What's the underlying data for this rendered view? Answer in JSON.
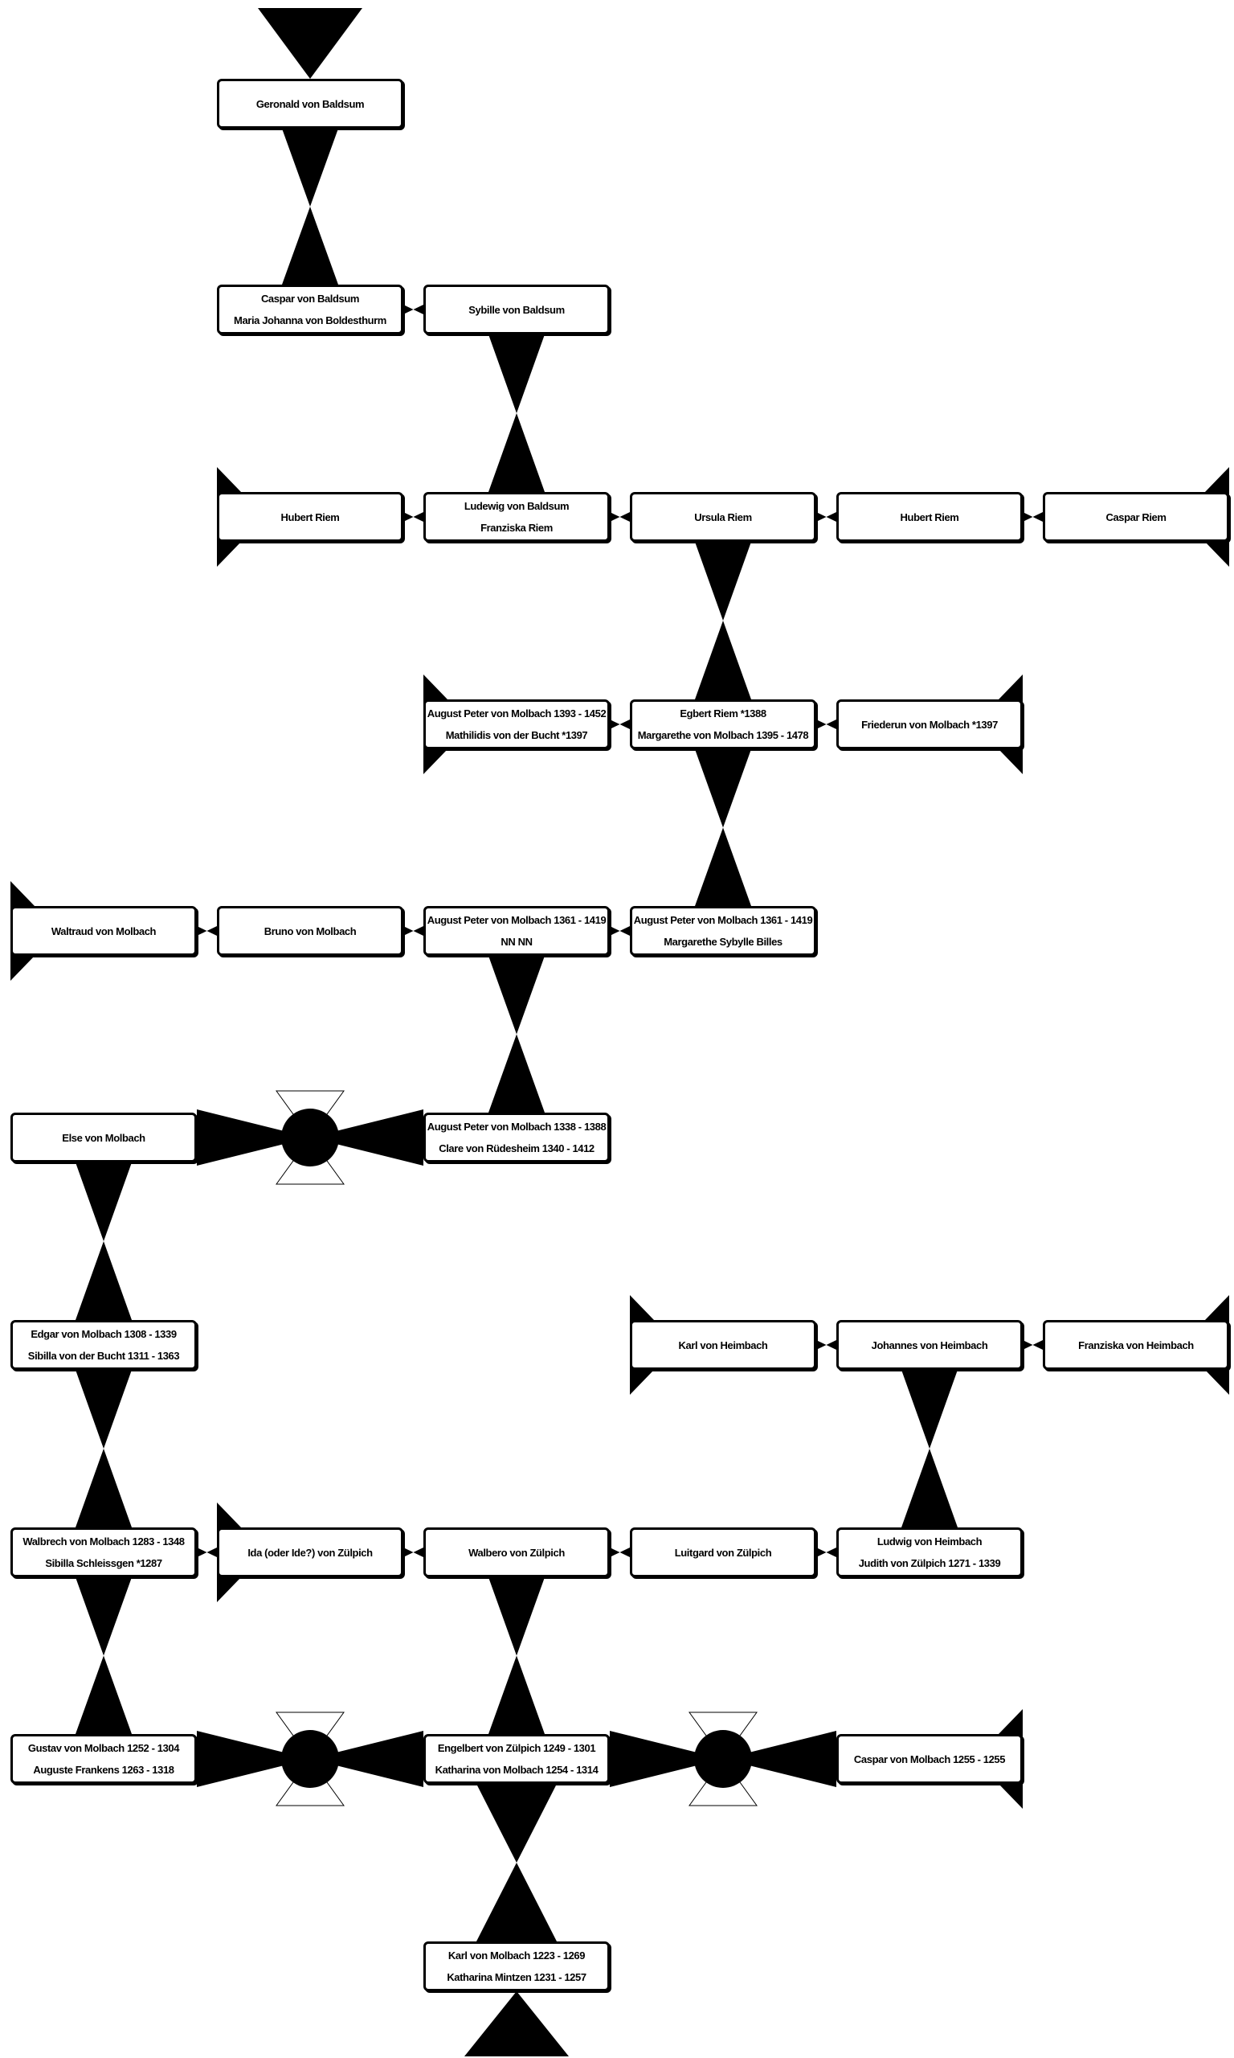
{
  "diagram": {
    "type": "family-tree",
    "people": [
      {
        "id": "p01",
        "lines": [
          "Geronald von Baldsum"
        ]
      },
      {
        "id": "p02",
        "lines": [
          "Caspar von Baldsum",
          "Maria Johanna von Boldesthurm"
        ]
      },
      {
        "id": "p03",
        "lines": [
          "Sybille von Baldsum"
        ]
      },
      {
        "id": "p04",
        "lines": [
          "Hubert Riem"
        ]
      },
      {
        "id": "p05",
        "lines": [
          "Ludewig von Baldsum",
          "Franziska Riem"
        ]
      },
      {
        "id": "p06",
        "lines": [
          "Ursula Riem"
        ]
      },
      {
        "id": "p07",
        "lines": [
          "Hubert Riem"
        ]
      },
      {
        "id": "p08",
        "lines": [
          "Caspar Riem"
        ]
      },
      {
        "id": "p09",
        "lines": [
          "August Peter von Molbach 1393 - 1452",
          "Mathilidis von der Bucht *1397"
        ]
      },
      {
        "id": "p10",
        "lines": [
          "Egbert Riem *1388",
          "Margarethe von Molbach 1395 - 1478"
        ]
      },
      {
        "id": "p11",
        "lines": [
          "Friederun von Molbach *1397"
        ]
      },
      {
        "id": "p12",
        "lines": [
          "Waltraud von Molbach"
        ]
      },
      {
        "id": "p13",
        "lines": [
          "Bruno von Molbach"
        ]
      },
      {
        "id": "p14",
        "lines": [
          "August Peter von Molbach 1361 - 1419",
          "NN NN"
        ]
      },
      {
        "id": "p15",
        "lines": [
          "August Peter von Molbach 1361 - 1419",
          "Margarethe Sybylle Billes"
        ]
      },
      {
        "id": "p16",
        "lines": [
          "Else von Molbach"
        ]
      },
      {
        "id": "p17",
        "lines": [
          "August Peter von Molbach 1338 - 1388",
          "Clare von Rüdesheim 1340 - 1412"
        ]
      },
      {
        "id": "p18",
        "lines": [
          "Karl von Heimbach"
        ]
      },
      {
        "id": "p19",
        "lines": [
          "Johannes von Heimbach"
        ]
      },
      {
        "id": "p20",
        "lines": [
          "Franziska von Heimbach"
        ]
      },
      {
        "id": "p21",
        "lines": [
          "Edgar von Molbach 1308 - 1339",
          "Sibilla von der Bucht 1311 - 1363"
        ]
      },
      {
        "id": "p22",
        "lines": [
          "Walbrech von Molbach 1283 - 1348",
          "Sibilla Schleissgen *1287"
        ]
      },
      {
        "id": "p23",
        "lines": [
          "Ida (oder Ide?) von Zülpich"
        ]
      },
      {
        "id": "p24",
        "lines": [
          "Walbero von Zülpich"
        ]
      },
      {
        "id": "p25",
        "lines": [
          "Luitgard von Zülpich"
        ]
      },
      {
        "id": "p26",
        "lines": [
          "Ludwig von Heimbach",
          "Judith von Zülpich 1271 - 1339"
        ]
      },
      {
        "id": "p27",
        "lines": [
          "Gustav von Molbach 1252 - 1304",
          "Auguste Frankens 1263 - 1318"
        ]
      },
      {
        "id": "p28",
        "lines": [
          "Engelbert von Zülpich 1249 - 1301",
          "Katharina von Molbach 1254 - 1314"
        ]
      },
      {
        "id": "p29",
        "lines": [
          "Caspar von Molbach 1255 - 1255"
        ]
      },
      {
        "id": "p30",
        "lines": [
          "Karl von Molbach 1223 - 1269",
          "Katharina Mintzen 1231 - 1257"
        ]
      }
    ]
  }
}
